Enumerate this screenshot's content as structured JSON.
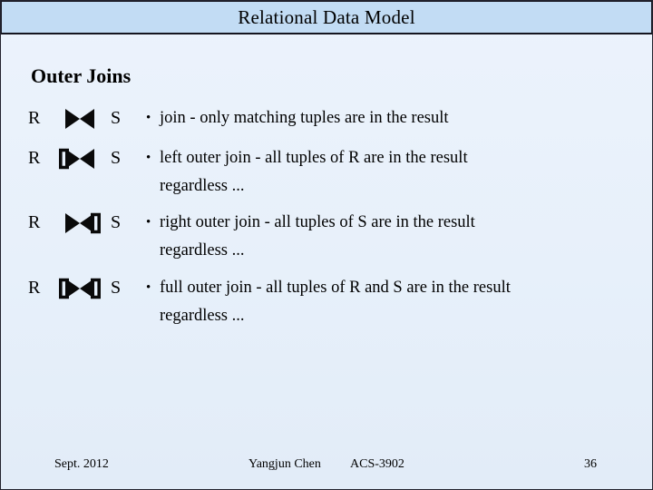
{
  "title_bar": {
    "title": "Relational Data Model"
  },
  "slide": {
    "heading": "Outer Joins",
    "bullet_char": "•",
    "rows": [
      {
        "left_operand": "R",
        "right_operand": "S",
        "symbol": "natural-join",
        "bullet": "join - only matching tuples are in the result"
      },
      {
        "left_operand": "R",
        "right_operand": "S",
        "symbol": "left-outer-join",
        "bullet": "left outer join - all tuples of R are in the result\nregardless ..."
      },
      {
        "left_operand": "R",
        "right_operand": "S",
        "symbol": "right-outer-join",
        "bullet": "right outer join - all tuples of S are in the result\nregardless ..."
      },
      {
        "left_operand": "R",
        "right_operand": "S",
        "symbol": "full-outer-join",
        "bullet": "full outer join - all tuples of R and S are in the result\nregardless ..."
      }
    ]
  },
  "footer": {
    "date": "Sept. 2012",
    "author": "Yangjun Chen",
    "course": "ACS-3902",
    "page_number": "36"
  },
  "colors": {
    "title_bar_fill": "#c2dcf4",
    "border": "#15151f",
    "background_top": "#ecf3fc",
    "background_bottom": "#e2ecf8",
    "symbol": "#0a0a0a",
    "text": "#000000"
  }
}
